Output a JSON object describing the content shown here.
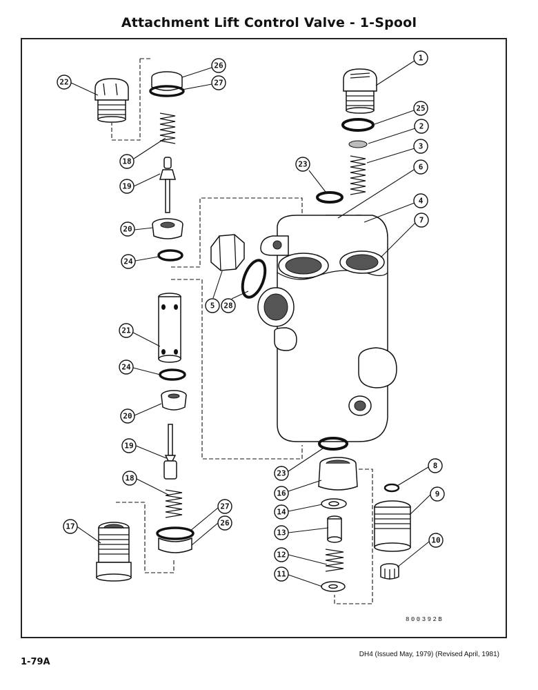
{
  "title": "Attachment Lift Control Valve - 1-Spool",
  "figure_code": "800392B",
  "page_number": "1-79A",
  "revision_note": "DH4 (Issued May, 1979) (Revised April, 1981)",
  "callouts": [
    {
      "id": "c1",
      "label": "1"
    },
    {
      "id": "c25",
      "label": "25"
    },
    {
      "id": "c2",
      "label": "2"
    },
    {
      "id": "c3",
      "label": "3"
    },
    {
      "id": "c6",
      "label": "6"
    },
    {
      "id": "c4",
      "label": "4"
    },
    {
      "id": "c7",
      "label": "7"
    },
    {
      "id": "c23a",
      "label": "23"
    },
    {
      "id": "c22",
      "label": "22"
    },
    {
      "id": "c26a",
      "label": "26"
    },
    {
      "id": "c27a",
      "label": "27"
    },
    {
      "id": "c18a",
      "label": "18"
    },
    {
      "id": "c19a",
      "label": "19"
    },
    {
      "id": "c20a",
      "label": "20"
    },
    {
      "id": "c24a",
      "label": "24"
    },
    {
      "id": "c5",
      "label": "5"
    },
    {
      "id": "c28",
      "label": "28"
    },
    {
      "id": "c21",
      "label": "21"
    },
    {
      "id": "c24b",
      "label": "24"
    },
    {
      "id": "c20b",
      "label": "20"
    },
    {
      "id": "c19b",
      "label": "19"
    },
    {
      "id": "c18b",
      "label": "18"
    },
    {
      "id": "c27b",
      "label": "27"
    },
    {
      "id": "c26b",
      "label": "26"
    },
    {
      "id": "c17",
      "label": "17"
    },
    {
      "id": "c23b",
      "label": "23"
    },
    {
      "id": "c16",
      "label": "16"
    },
    {
      "id": "c14",
      "label": "14"
    },
    {
      "id": "c13",
      "label": "13"
    },
    {
      "id": "c12",
      "label": "12"
    },
    {
      "id": "c11",
      "label": "11"
    },
    {
      "id": "c8",
      "label": "8"
    },
    {
      "id": "c9",
      "label": "9"
    },
    {
      "id": "c10",
      "label": "10"
    }
  ]
}
